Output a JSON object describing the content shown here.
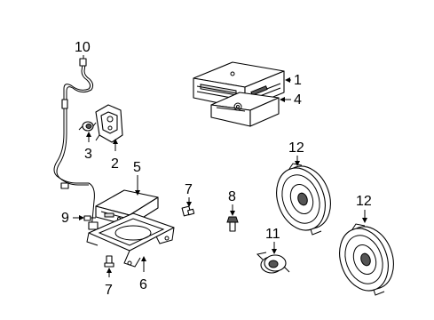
{
  "callouts": {
    "c1": "1",
    "c2": "2",
    "c3": "3",
    "c4": "4",
    "c5": "5",
    "c6": "6",
    "c7a": "7",
    "c7b": "7",
    "c8": "8",
    "c9": "9",
    "c10": "10",
    "c11": "11",
    "c12a": "12",
    "c12b": "12"
  }
}
